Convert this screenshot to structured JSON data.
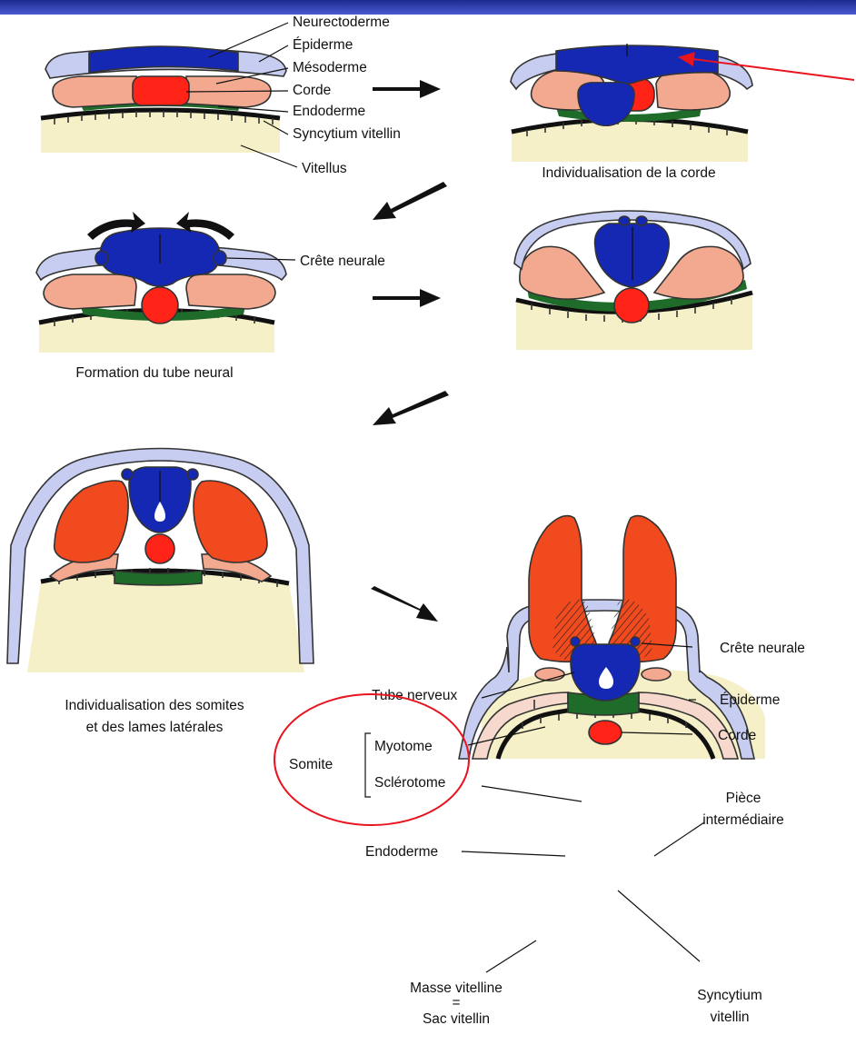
{
  "colors": {
    "title_bar_top": "#1b2a8f",
    "title_bar_bottom": "#4a5bd1",
    "neurectoderm": "#1428b4",
    "epidermis": "#c7cdf0",
    "mesoderm": "#f2a98f",
    "somite": "#f04a1e",
    "chorda": "#ff2417",
    "endoderm": "#1e6b2a",
    "yolk": "#f5f0c8",
    "annotation_red": "#e8141e"
  },
  "stage1": {
    "labels": {
      "neurectoderme": "Neurectoderme",
      "epiderme": "Épiderme",
      "mesoderme": "Mésoderme",
      "corde": "Corde",
      "endoderme": "Endoderme",
      "syncytium": "Syncytium vitellin",
      "vitellus": "Vitellus"
    }
  },
  "stage2": {
    "caption": "Individualisation de la corde"
  },
  "stage3": {
    "caption": "Formation du tube neural",
    "labels": {
      "crete": "Crête neurale"
    }
  },
  "stage5": {
    "caption_line1": "Individualisation des somites",
    "caption_line2": "et des lames latérales"
  },
  "stage6": {
    "labels": {
      "crete": "Crête neurale",
      "tube": "Tube nerveux",
      "epiderme": "Épiderme",
      "corde": "Corde",
      "somite": "Somite",
      "myotome": "Myotome",
      "sclerotome": "Sclérotome",
      "piece_line1": "Pièce",
      "piece_line2": "intermédiaire",
      "endoderme": "Endoderme",
      "masse_line1": "Masse vitelline",
      "masse_eq": "=",
      "masse_line3": "Sac vitellin",
      "sync_line1": "Syncytium",
      "sync_line2": "vitellin"
    }
  }
}
